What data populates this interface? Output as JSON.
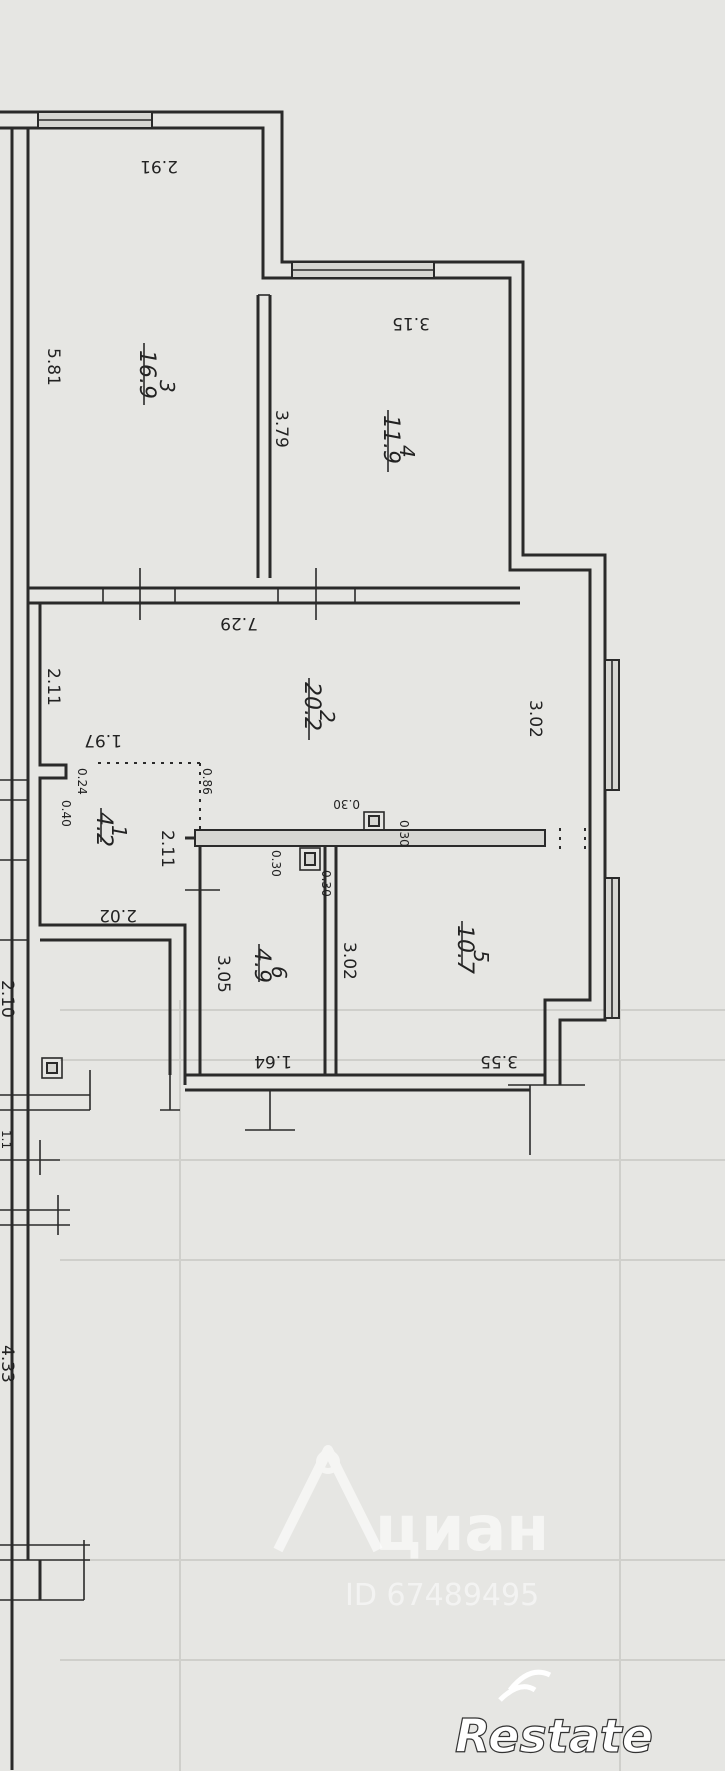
{
  "rooms": [
    {
      "number": "3",
      "area": "16.9",
      "width": "2.91",
      "length": "5.81"
    },
    {
      "number": "4",
      "area": "11.9",
      "width": "3.15",
      "length": "3.79"
    },
    {
      "number": "2",
      "area": "20.2",
      "width": "7.29",
      "height_left": "2.11",
      "height_right": "3.02"
    },
    {
      "number": "1",
      "area": "4.2",
      "w1": "1.97",
      "w2": "2.02",
      "h1": "2.11",
      "d1": "0.24",
      "d2": "0.40",
      "d3": "0.86"
    },
    {
      "number": "6",
      "area": "4.9",
      "width": "1.64",
      "length": "3.05"
    },
    {
      "number": "5",
      "area": "10.7",
      "width": "3.55",
      "length": "3.02"
    }
  ],
  "ducts": {
    "a": "0.30",
    "b": "0.30",
    "c": "0.30",
    "d": "0.30"
  },
  "left_edge": {
    "d1": "2.10",
    "d2": "1.1",
    "d3": "4.33"
  },
  "watermark": {
    "brand": "циан",
    "id": "ID 67489495"
  },
  "logo_text": "Restate"
}
